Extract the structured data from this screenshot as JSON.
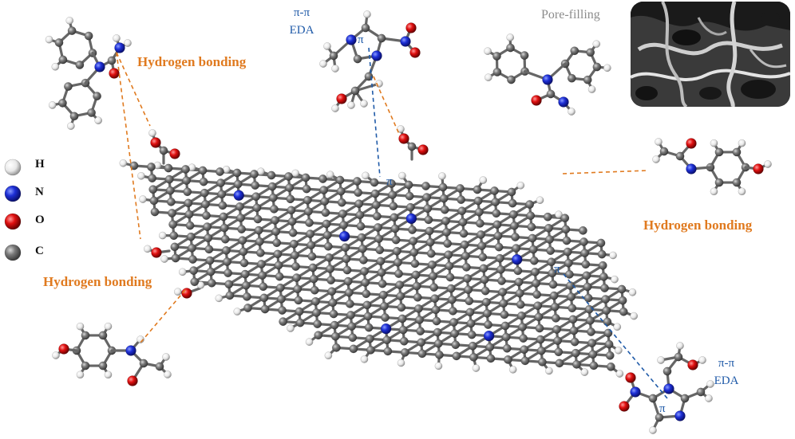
{
  "labels": {
    "hbond_top": "Hydrogen bonding",
    "hbond_right": "Hydrogen bonding",
    "hbond_left": "Hydrogen bonding",
    "pi_pi_top": "π-π",
    "eda_top": "EDA",
    "pi_pi_right": "π-π",
    "eda_right": "EDA",
    "pore_filling": "Pore-filling",
    "pi_symbol": "π"
  },
  "legend": [
    {
      "symbol": "H",
      "color": "#f2f2f2"
    },
    {
      "symbol": "N",
      "color": "#1d2fd6"
    },
    {
      "symbol": "O",
      "color": "#e01010"
    },
    {
      "symbol": "C",
      "color": "#6e6e6e"
    }
  ],
  "colors": {
    "hbond": "#e07a1f",
    "pi_interaction": "#1f5aa8",
    "carbon": "#6e6e6e",
    "hydrogen": "#f2f2f2",
    "nitrogen": "#1d2fd6",
    "oxygen": "#e01010",
    "pore_label": "#8c8c8c"
  },
  "sem_image": {
    "icon": "porous-carbon-micrograph"
  }
}
